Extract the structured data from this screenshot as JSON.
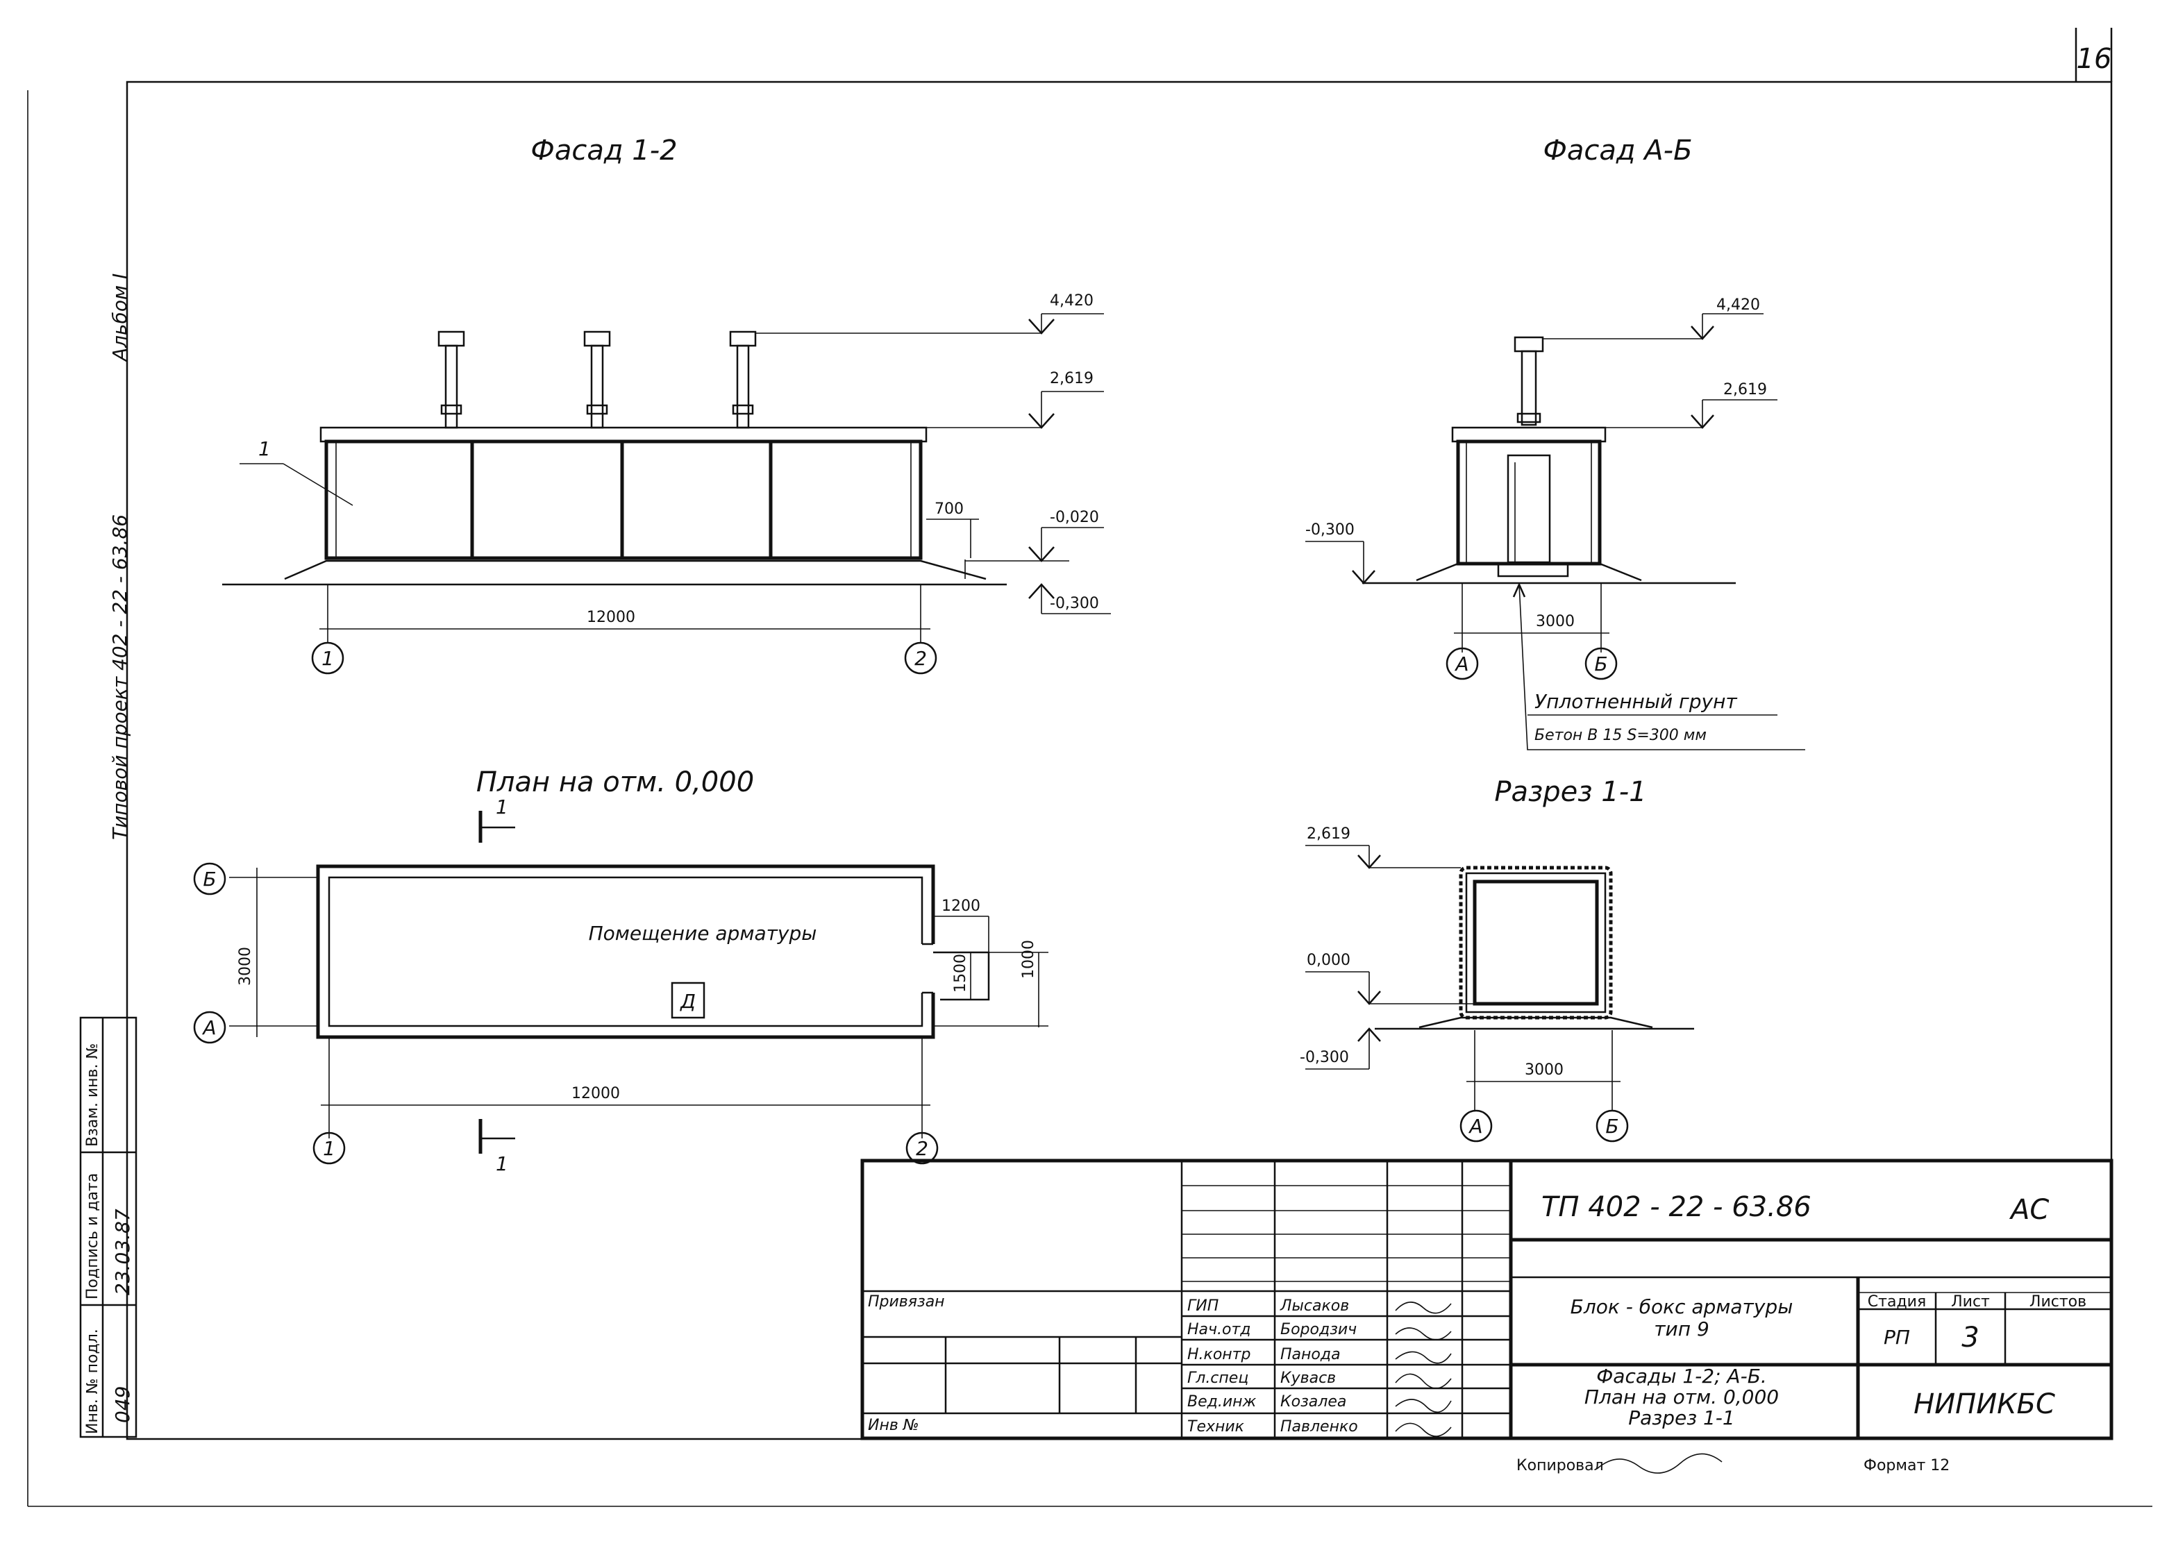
{
  "sheet": {
    "number": "16",
    "side_album": "Альбом I",
    "side_project": "Типовой проект   402 - 22 - 63.86"
  },
  "views": {
    "facade12": {
      "title": "Фасад 1-2",
      "marks": [
        "4,420",
        "2,619",
        "-0,020",
        "-0,300"
      ],
      "dim_700": "700",
      "length": "12000",
      "axes": [
        "1",
        "2"
      ],
      "callout": "1"
    },
    "facadeAB": {
      "title": "Фасад А-Б",
      "marks": [
        "4,420",
        "2,619",
        "-0,300"
      ],
      "width": "3000",
      "axes": [
        "А",
        "Б"
      ],
      "note1": "Уплотненный грунт",
      "note2": "Бетон В 15   S=300 мм"
    },
    "plan": {
      "title": "План на отм. 0,000",
      "room": "Помещение арматуры",
      "room_tag": "Д",
      "width": "3000",
      "length": "12000",
      "d1200": "1200",
      "d1500": "1500",
      "d1000": "1000",
      "axes_h": [
        "1",
        "2"
      ],
      "axes_v": [
        "Б",
        "А"
      ],
      "cut": "1"
    },
    "section": {
      "title": "Разрез 1-1",
      "marks": [
        "2,619",
        "0,000",
        "-0,300"
      ],
      "width": "3000",
      "axes": [
        "А",
        "Б"
      ]
    }
  },
  "side_stamp": {
    "labels": [
      "Инв. № подл.",
      "Подпись и дата",
      "Взам. инв. №"
    ],
    "values": [
      "049",
      "23.03.87"
    ]
  },
  "title_block": {
    "code": "ТП     402 - 22 - 63.86",
    "suffix": "АС",
    "privyazan": "Привязан",
    "inv_no": "Инв №",
    "roles": [
      "ГИП",
      "Нач.отд",
      "Н.контр",
      "Гл.спец",
      "Вед.инж",
      "Техник"
    ],
    "names": [
      "Лысаков",
      "Бородзич",
      "Панода",
      "Кувасв",
      "Козалеа",
      "Павленко"
    ],
    "object_line1": "Блок - бокс арматуры",
    "object_line2": "тип 9",
    "sheet_line1": "Фасады 1-2; А-Б.",
    "sheet_line2": "План на отм. 0,000",
    "sheet_line3": "Разрез 1-1",
    "stage_head": "Стадия",
    "sheet_head": "Лист",
    "sheets_head": "Листов",
    "stage": "РП",
    "sheet_no": "3",
    "org": "НИПИКБС"
  },
  "footer": {
    "copied": "Копировал",
    "format": "Формат 12"
  }
}
